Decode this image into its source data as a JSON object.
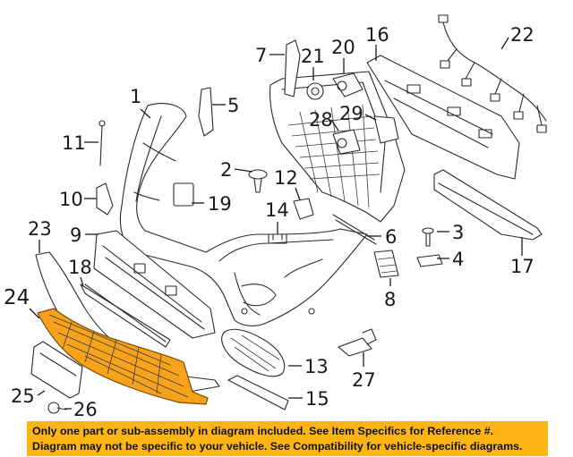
{
  "diagram": {
    "callouts": [
      "1",
      "2",
      "3",
      "4",
      "5",
      "6",
      "7",
      "8",
      "9",
      "10",
      "11",
      "12",
      "13",
      "14",
      "15",
      "16",
      "17",
      "18",
      "19",
      "20",
      "21",
      "22",
      "23",
      "24",
      "25",
      "26",
      "27",
      "28",
      "29"
    ],
    "highlight_color": "#f7a21b",
    "highlighted_part": "24"
  },
  "notice": {
    "line1": "Only one part or sub-assembly in diagram included. See Item Specifics for Reference #.",
    "line2": "Diagram may not be specific to your vehicle. See Compatibility for vehicle-specific diagrams.",
    "background": "#fdb515"
  }
}
